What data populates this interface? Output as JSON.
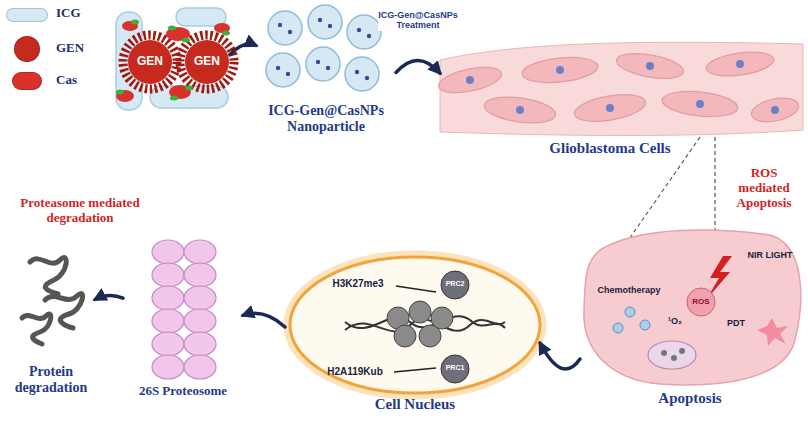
{
  "diagram": {
    "nodes": [
      {
        "text": [
          "GEN",
          "GEN"
        ]
      },
      {
        "text": [
          "ICG-Gen@CasNPs Nanoparticle"
        ]
      },
      {
        "text": [
          "Glioblastoma Cells"
        ]
      },
      {
        "text": [
          "Apoptosis"
        ]
      },
      {
        "text": [
          "Cell Nucleus"
        ]
      },
      {
        "text": [
          "26S Proteosome"
        ]
      },
      {
        "text": [
          "Proteasome mediated degradation",
          "Protein degradation"
        ]
      }
    ],
    "edges": [
      {
        "from": 0,
        "to": 1,
        "arrow": "to"
      },
      {
        "from": 1,
        "to": 2,
        "label": "ICG-Gen@CasNPs Treatment",
        "arrow": "to"
      },
      {
        "from": 3,
        "to": 4,
        "arrow": "to"
      },
      {
        "from": 4,
        "to": 5,
        "arrow": "to"
      },
      {
        "from": 5,
        "to": 6,
        "arrow": "to"
      }
    ],
    "labels": [
      "ROS mediated Apoptosis",
      "NIR LIGHT",
      "Chemotherapy",
      "ROS",
      "PDT",
      "¹O₂",
      "PRC2",
      "PRC1",
      "H3K27me3",
      "H2A119Kub"
    ],
    "legend": [
      {
        "text": "ICG",
        "color": "#d4e9f4"
      },
      {
        "text": "GEN",
        "color": "#c62a1e"
      },
      {
        "text": "Cas",
        "color": "#d8322a"
      }
    ]
  }
}
